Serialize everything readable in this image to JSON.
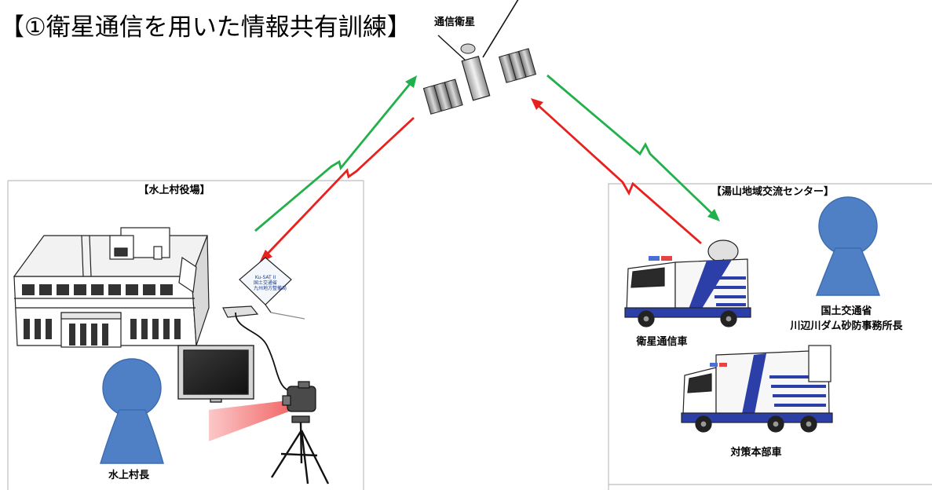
{
  "title": "【①衛星通信を用いた情報共有訓練】",
  "satellite": {
    "label": "通信衛星"
  },
  "left_site": {
    "heading": "【水上村役場】",
    "person": "水上村長",
    "antenna_text": [
      "Ku-SAT II",
      "国土交通省",
      "九州地方整備局"
    ]
  },
  "right_site": {
    "heading": "【湯山地域交流センター】",
    "person_line1": "国土交通省",
    "person_line2": "川辺川ダム砂防事務所長",
    "vehicle1": "衛星通信車",
    "vehicle2": "対策本部車"
  },
  "colors": {
    "uplink": "#22b04b",
    "downlink": "#e8211e",
    "person": "#4f7fc4",
    "truck_blue": "#2c3fa8",
    "camera_beam": "#f28b8b"
  }
}
